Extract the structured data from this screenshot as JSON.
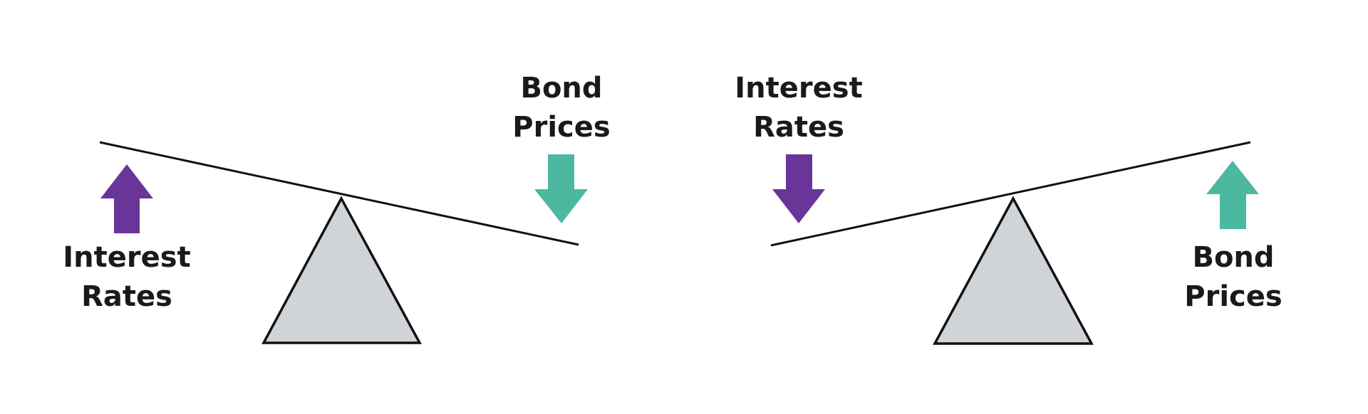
{
  "colors": {
    "rate_arrow": "#6a3599",
    "price_arrow": "#4db8a0",
    "fulcrum_fill": "#d0d3d8",
    "line": "#111111"
  },
  "left_seesaw": {
    "interest_rates": {
      "line1": "Interest",
      "line2": "Rates",
      "direction": "up"
    },
    "bond_prices": {
      "line1": "Bond",
      "line2": "Prices",
      "direction": "down"
    }
  },
  "right_seesaw": {
    "interest_rates": {
      "line1": "Interest",
      "line2": "Rates",
      "direction": "down"
    },
    "bond_prices": {
      "line1": "Bond",
      "line2": "Prices",
      "direction": "up"
    }
  }
}
